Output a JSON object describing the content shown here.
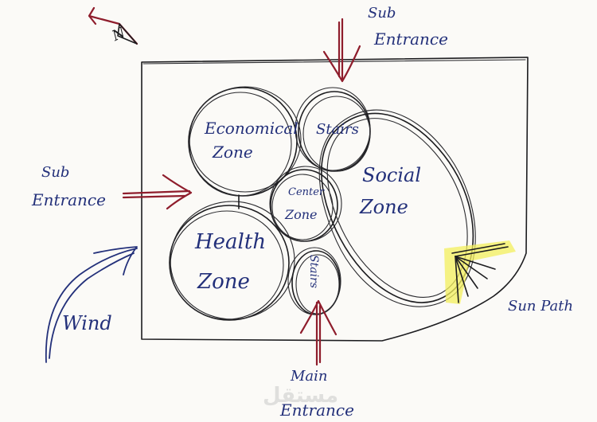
{
  "labels": {
    "economical_line1": "Economical",
    "economical_line2": "Zone",
    "stairs_top": "Stairs",
    "center_line1": "Center",
    "center_line2": "Zone",
    "social_line1": "Social",
    "social_line2": "Zone",
    "health_line1": "Health",
    "health_line2": "Zone",
    "stairs_bottom": "Stairs",
    "sub_entrance_top_line1": "Sub",
    "sub_entrance_top_line2": "Entrance",
    "sub_entrance_left_line1": "Sub",
    "sub_entrance_left_line2": "Entrance",
    "main_entrance_line1": "Main",
    "main_entrance_line2": "Entrance",
    "wind": "Wind",
    "sun_path": "Sun Path",
    "north": "N"
  },
  "colors": {
    "entrance_arrows": "#8f1d2c",
    "ink_blue": "#23307a",
    "pencil": "#1c1c1f",
    "sun_highlight": "#f3ef5c"
  }
}
